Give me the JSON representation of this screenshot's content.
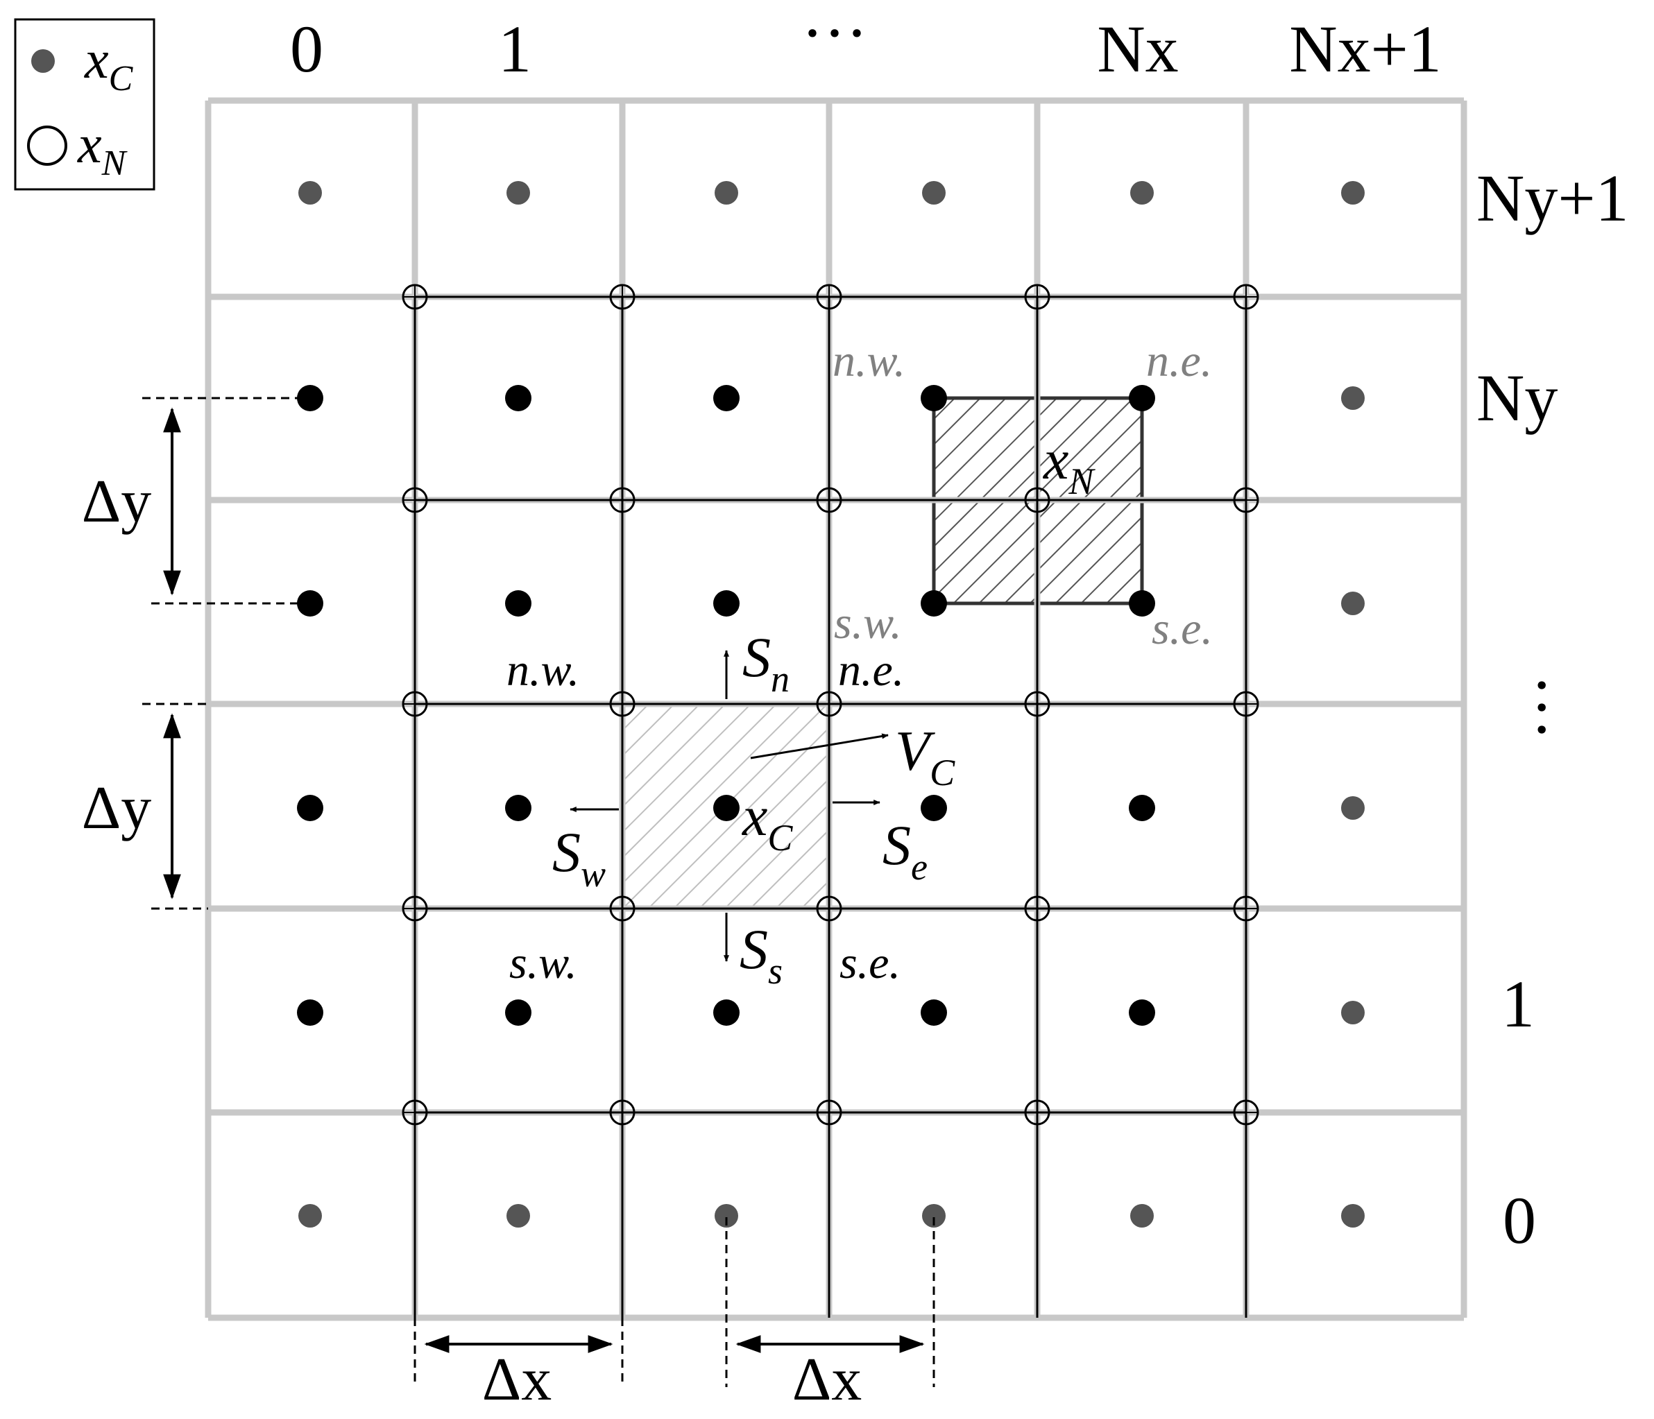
{
  "legend": {
    "cell_center": {
      "symbol": "x",
      "sub": "C"
    },
    "node": {
      "symbol": "x",
      "sub": "N"
    }
  },
  "column_labels": [
    "0",
    "1",
    "···",
    "Nx",
    "Nx+1"
  ],
  "row_labels": [
    "Ny+1",
    "Ny",
    "···",
    "1",
    "0"
  ],
  "dimensions": {
    "dx": "Δx",
    "dy": "Δy"
  },
  "control_volume_cell": {
    "center": {
      "symbol": "x",
      "sub": "C"
    },
    "volume": {
      "symbol": "V",
      "sub": "C"
    },
    "faces": [
      {
        "symbol": "S",
        "sub": "n"
      },
      {
        "symbol": "S",
        "sub": "s"
      },
      {
        "symbol": "S",
        "sub": "e"
      },
      {
        "symbol": "S",
        "sub": "w"
      }
    ],
    "corners": {
      "nw": "n.w.",
      "ne": "n.e.",
      "sw": "s.w.",
      "se": "s.e."
    }
  },
  "control_volume_node": {
    "center": {
      "symbol": "x",
      "sub": "N"
    },
    "corners": {
      "nw": "n.w.",
      "ne": "n.e.",
      "sw": "s.w.",
      "se": "s.e."
    }
  },
  "colors": {
    "cell_grid": "#c8c8c8",
    "node_grid": "#000000",
    "interior_point": "#000000",
    "ghost_point": "#555555",
    "label_gray": "#808080",
    "hatch_light": "#bfbfbf",
    "hatch_dark": "#555555"
  }
}
